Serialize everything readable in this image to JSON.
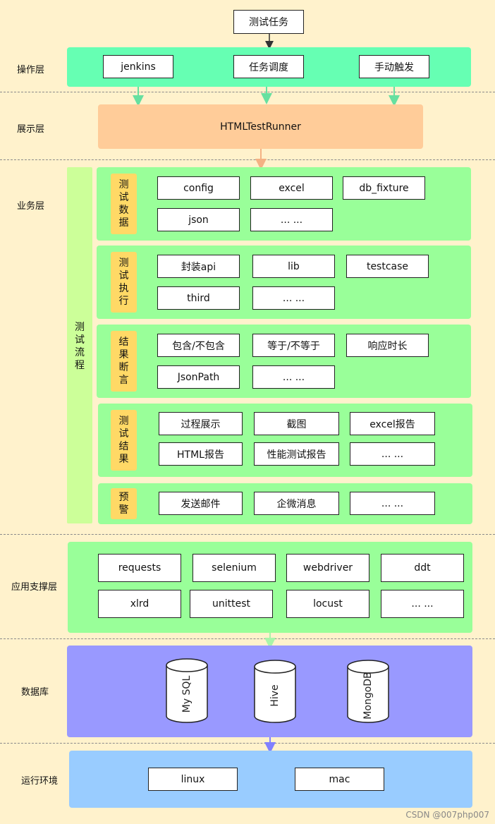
{
  "top_task": "测试任务",
  "layers": {
    "operation": {
      "label": "操作层",
      "items": [
        "jenkins",
        "任务调度",
        "手动触发"
      ]
    },
    "display": {
      "label": "展示层",
      "runner": "HTMLTestRunner"
    },
    "business": {
      "label": "业务层",
      "flow_label": [
        "测",
        "试",
        "流",
        "程"
      ],
      "groups": [
        {
          "title": [
            "测",
            "试",
            "数",
            "据"
          ],
          "items": [
            "config",
            "excel",
            "db_fixture",
            "json",
            "... ..."
          ]
        },
        {
          "title": [
            "测",
            "试",
            "执",
            "行"
          ],
          "items": [
            "封装api",
            "lib",
            "testcase",
            "third",
            "... ..."
          ]
        },
        {
          "title": [
            "结",
            "果",
            "断",
            "言"
          ],
          "items": [
            "包含/不包含",
            "等于/不等于",
            "响应时长",
            "JsonPath",
            "... ..."
          ]
        },
        {
          "title": [
            "测",
            "试",
            "结",
            "果"
          ],
          "items": [
            "过程展示",
            "截图",
            "excel报告",
            "HTML报告",
            "性能测试报告",
            "... ..."
          ]
        },
        {
          "title": [
            "预",
            "警"
          ],
          "items": [
            "发送邮件",
            "企微消息",
            "... ..."
          ]
        }
      ]
    },
    "support": {
      "label": "应用支撑层",
      "items": [
        "requests",
        "selenium",
        "webdriver",
        "ddt",
        "xlrd",
        "unittest",
        "locust",
        "... ..."
      ]
    },
    "database": {
      "label": "数据库",
      "items": [
        "My SQL",
        "Hive",
        "MongoDB"
      ]
    },
    "runtime": {
      "label": "运行环境",
      "items": [
        "linux",
        "mac"
      ]
    }
  },
  "watermark": "CSDN @007php007",
  "colors": {
    "background": "#fff2cc",
    "operation_panel": "#66ffb3",
    "display_panel": "#ffcc99",
    "green_panel": "#99ff99",
    "flow_strip": "#ccff99",
    "title_label": "#ffd966",
    "database_panel": "#9999ff",
    "runtime_panel": "#99ccff"
  }
}
